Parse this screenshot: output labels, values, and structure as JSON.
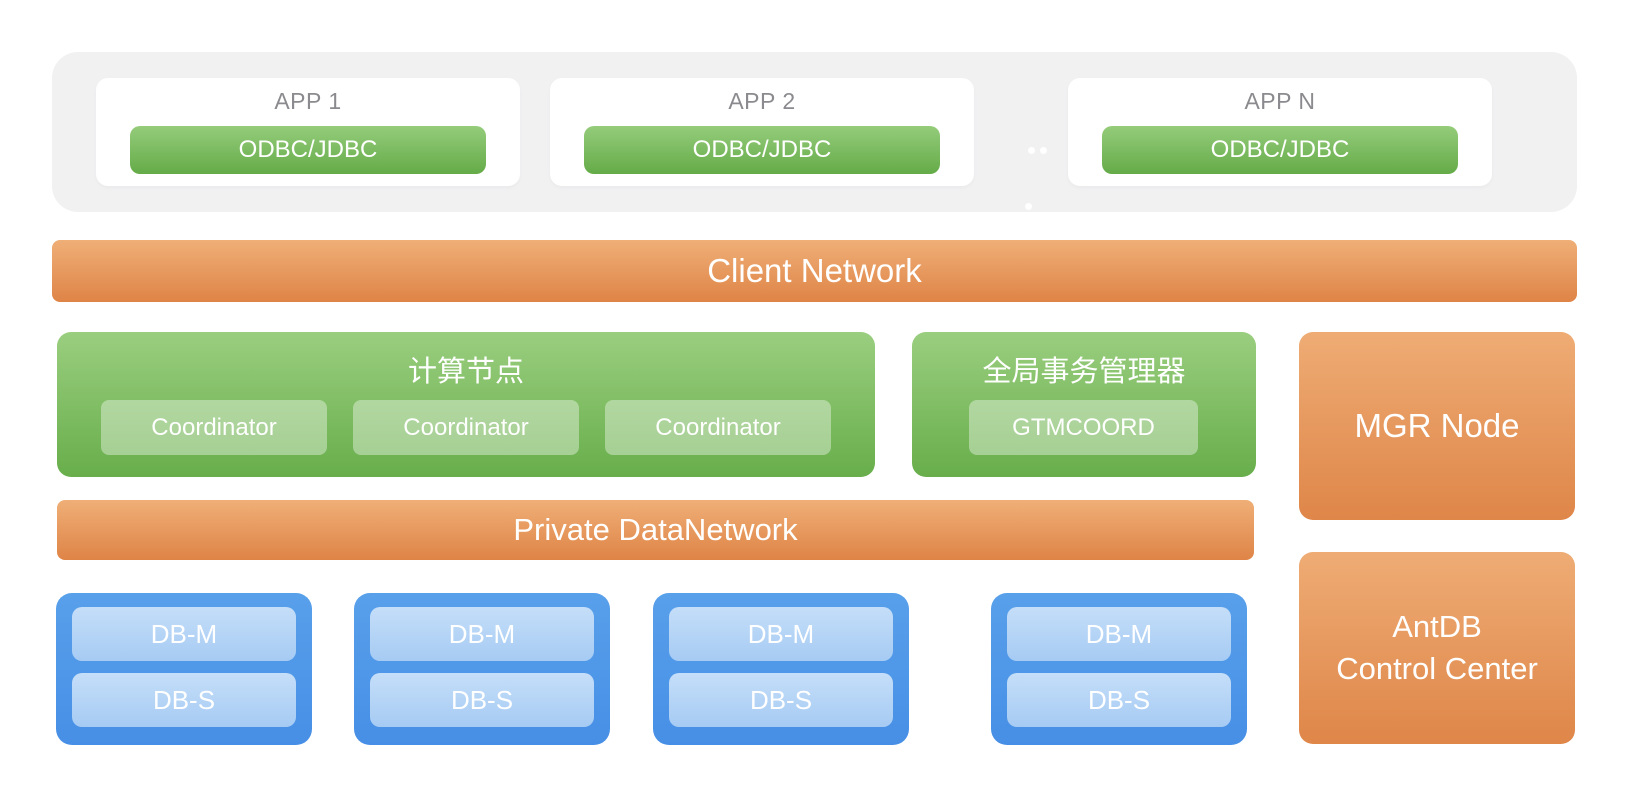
{
  "colors": {
    "panel_gray": "#f1f1f2",
    "app_label_gray": "#8b8b8f",
    "green_light": "#9ace7f",
    "green_dark": "#68ae4b",
    "orange_light": "#efaf77",
    "orange_dark": "#df8447",
    "blue_outer": "#4d96e8",
    "blue_inner_light": "#c5def9",
    "blue_inner_dark": "#a6cbf3",
    "text_white": "#ffffff"
  },
  "app_layer": {
    "more_indicator": "ellipsis-dots",
    "apps": [
      {
        "label": "APP 1",
        "button": "ODBC/JDBC"
      },
      {
        "label": "APP 2",
        "button": "ODBC/JDBC"
      },
      {
        "label": "APP N",
        "button": "ODBC/JDBC"
      }
    ]
  },
  "client_network": {
    "label": "Client Network"
  },
  "compute_node": {
    "title": "计算节点",
    "coordinators": [
      "Coordinator",
      "Coordinator",
      "Coordinator"
    ]
  },
  "gtm": {
    "title": "全局事务管理器",
    "button": "GTMCOORD"
  },
  "mgr_node": {
    "label": "MGR Node"
  },
  "private_network": {
    "label": "Private DataNetwork"
  },
  "db_groups": [
    {
      "master": "DB-M",
      "standby": "DB-S"
    },
    {
      "master": "DB-M",
      "standby": "DB-S"
    },
    {
      "master": "DB-M",
      "standby": "DB-S"
    },
    {
      "master": "DB-M",
      "standby": "DB-S"
    }
  ],
  "control_center": {
    "line1": "AntDB",
    "line2": "Control Center"
  }
}
